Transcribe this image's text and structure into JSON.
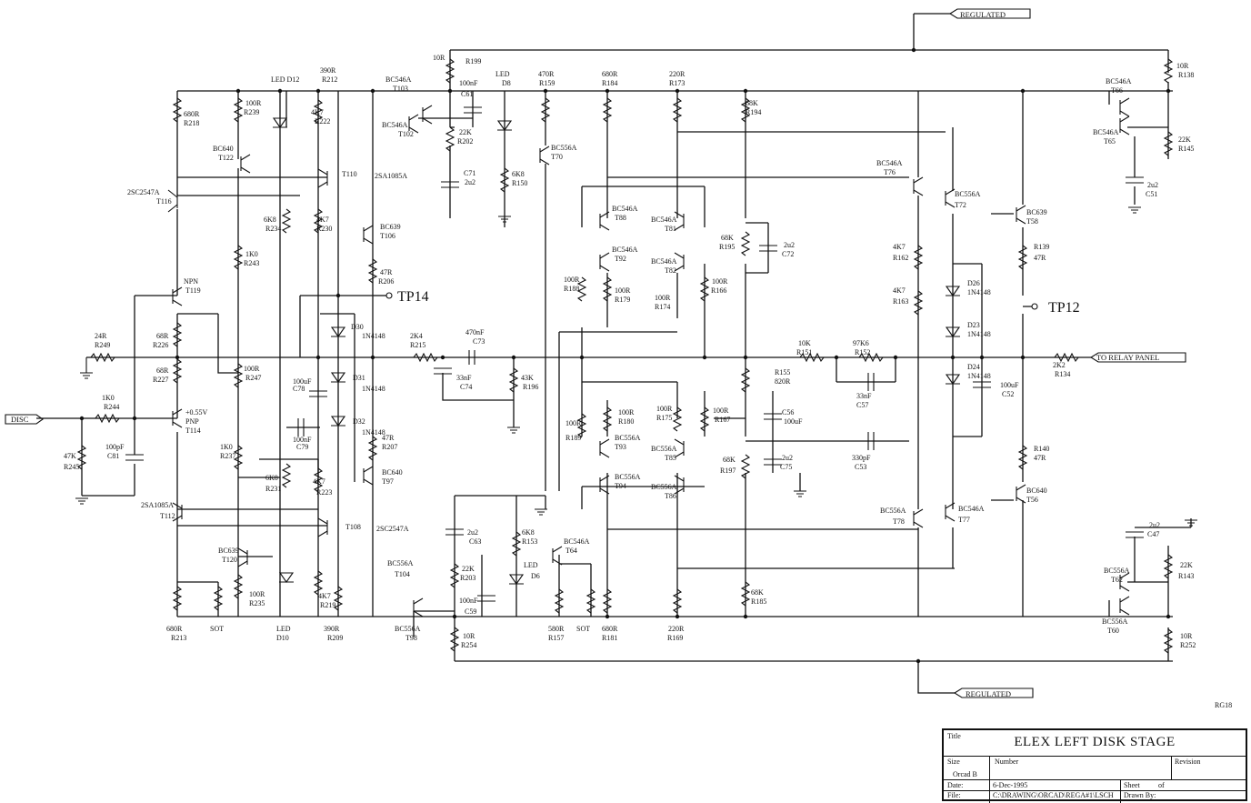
{
  "ports": {
    "regulated_top": "REGULATED",
    "regulated_bottom": "REGULATED",
    "disc": "DISC",
    "to_relay": "TO RELAY PANEL"
  },
  "testpoints": {
    "tp14": "TP14",
    "tp12": "TP12"
  },
  "labels": [
    {
      "t": "LED D12"
    },
    {
      "t": "390R"
    },
    {
      "t": "R212"
    },
    {
      "t": "680R"
    },
    {
      "t": "R218"
    },
    {
      "t": "100R"
    },
    {
      "t": "R239"
    },
    {
      "t": "4K7"
    },
    {
      "t": "R222"
    },
    {
      "t": "BC640"
    },
    {
      "t": "T122"
    },
    {
      "t": "T110"
    },
    {
      "t": "2SA1085A"
    },
    {
      "t": "2SC2547A"
    },
    {
      "t": "T116"
    },
    {
      "t": "6K8"
    },
    {
      "t": "R234"
    },
    {
      "t": "4K7"
    },
    {
      "t": "R230"
    },
    {
      "t": "BC639"
    },
    {
      "t": "T106"
    },
    {
      "t": "1K0"
    },
    {
      "t": "R243"
    },
    {
      "t": "47R"
    },
    {
      "t": "R206"
    },
    {
      "t": "NPN"
    },
    {
      "t": "T119"
    },
    {
      "t": "D30"
    },
    {
      "t": "1N4148"
    },
    {
      "t": "24R"
    },
    {
      "t": "R249"
    },
    {
      "t": "68R"
    },
    {
      "t": "R226"
    },
    {
      "t": "68R"
    },
    {
      "t": "R227"
    },
    {
      "t": "100R"
    },
    {
      "t": "R247"
    },
    {
      "t": "100uF"
    },
    {
      "t": "C78"
    },
    {
      "t": "D31"
    },
    {
      "t": "1N4148"
    },
    {
      "t": "1K0"
    },
    {
      "t": "R244"
    },
    {
      "t": "+0.55V"
    },
    {
      "t": "PNP"
    },
    {
      "t": "T114"
    },
    {
      "t": "D32"
    },
    {
      "t": "1N4148"
    },
    {
      "t": "100nF"
    },
    {
      "t": "C79"
    },
    {
      "t": "47R"
    },
    {
      "t": "R207"
    },
    {
      "t": "100pF"
    },
    {
      "t": "C81"
    },
    {
      "t": "1K0"
    },
    {
      "t": "R237"
    },
    {
      "t": "47K"
    },
    {
      "t": "R245"
    },
    {
      "t": "6K8"
    },
    {
      "t": "R231"
    },
    {
      "t": "4K7"
    },
    {
      "t": "R223"
    },
    {
      "t": "BC640"
    },
    {
      "t": "T97"
    },
    {
      "t": "2SA1085A"
    },
    {
      "t": "T112"
    },
    {
      "t": "T108"
    },
    {
      "t": "2SC2547A"
    },
    {
      "t": "BC639"
    },
    {
      "t": "T120"
    },
    {
      "t": "100R"
    },
    {
      "t": "R235"
    },
    {
      "t": "4K7"
    },
    {
      "t": "R219"
    },
    {
      "t": "680R"
    },
    {
      "t": "R213"
    },
    {
      "t": "SOT"
    },
    {
      "t": "LED"
    },
    {
      "t": "D10"
    },
    {
      "t": "390R"
    },
    {
      "t": "R209"
    },
    {
      "t": "10R"
    },
    {
      "t": "R199"
    },
    {
      "t": "BC546A"
    },
    {
      "t": "T103"
    },
    {
      "t": "LED"
    },
    {
      "t": "D8"
    },
    {
      "t": "100nF"
    },
    {
      "t": "C61"
    },
    {
      "t": "BC546A"
    },
    {
      "t": "T102"
    },
    {
      "t": "22K"
    },
    {
      "t": "R202"
    },
    {
      "t": "C71"
    },
    {
      "t": "2u2"
    },
    {
      "t": "6K8"
    },
    {
      "t": "R150"
    },
    {
      "t": "470R"
    },
    {
      "t": "R159"
    },
    {
      "t": "BC556A"
    },
    {
      "t": "T70"
    },
    {
      "t": "680R"
    },
    {
      "t": "R184"
    },
    {
      "t": "220R"
    },
    {
      "t": "R173"
    },
    {
      "t": "68K"
    },
    {
      "t": "R194"
    },
    {
      "t": "BC546A"
    },
    {
      "t": "T88"
    },
    {
      "t": "BC546A"
    },
    {
      "t": "T81"
    },
    {
      "t": "68K"
    },
    {
      "t": "R195"
    },
    {
      "t": "2u2"
    },
    {
      "t": "C72"
    },
    {
      "t": "BC546A"
    },
    {
      "t": "T92"
    },
    {
      "t": "BC546A"
    },
    {
      "t": "T82"
    },
    {
      "t": "100R"
    },
    {
      "t": "R188"
    },
    {
      "t": "100R"
    },
    {
      "t": "R179"
    },
    {
      "t": "100R"
    },
    {
      "t": "R174"
    },
    {
      "t": "100R"
    },
    {
      "t": "R166"
    },
    {
      "t": "2K4"
    },
    {
      "t": "R215"
    },
    {
      "t": "470nF"
    },
    {
      "t": "C73"
    },
    {
      "t": "33nF"
    },
    {
      "t": "C74"
    },
    {
      "t": "43K"
    },
    {
      "t": "R196"
    },
    {
      "t": "10K"
    },
    {
      "t": "R151"
    },
    {
      "t": "97K6"
    },
    {
      "t": "R152"
    },
    {
      "t": "R155"
    },
    {
      "t": "820R"
    },
    {
      "t": "33nF"
    },
    {
      "t": "C57"
    },
    {
      "t": "100R"
    },
    {
      "t": "R180"
    },
    {
      "t": "100R"
    },
    {
      "t": "R175"
    },
    {
      "t": "100R"
    },
    {
      "t": "R167"
    },
    {
      "t": "C56"
    },
    {
      "t": "100uF"
    },
    {
      "t": "100R"
    },
    {
      "t": "R189"
    },
    {
      "t": "BC556A"
    },
    {
      "t": "T93"
    },
    {
      "t": "BC556A"
    },
    {
      "t": "T85"
    },
    {
      "t": "68K"
    },
    {
      "t": "R197"
    },
    {
      "t": "2u2"
    },
    {
      "t": "C75"
    },
    {
      "t": "330pF"
    },
    {
      "t": "C53"
    },
    {
      "t": "BC556A"
    },
    {
      "t": "T94"
    },
    {
      "t": "BC556A"
    },
    {
      "t": "T86"
    },
    {
      "t": "2u2"
    },
    {
      "t": "C63"
    },
    {
      "t": "6K8"
    },
    {
      "t": "R153"
    },
    {
      "t": "BC546A"
    },
    {
      "t": "T64"
    },
    {
      "t": "BC556A"
    },
    {
      "t": "T104"
    },
    {
      "t": "22K"
    },
    {
      "t": "R203"
    },
    {
      "t": "LED"
    },
    {
      "t": "D6"
    },
    {
      "t": "100nF"
    },
    {
      "t": "C59"
    },
    {
      "t": "68K"
    },
    {
      "t": "R185"
    },
    {
      "t": "BC556A"
    },
    {
      "t": "T98"
    },
    {
      "t": "10R"
    },
    {
      "t": "R254"
    },
    {
      "t": "580R"
    },
    {
      "t": "R157"
    },
    {
      "t": "SOT"
    },
    {
      "t": "680R"
    },
    {
      "t": "R181"
    },
    {
      "t": "220R"
    },
    {
      "t": "R169"
    },
    {
      "t": "10R"
    },
    {
      "t": "R138"
    },
    {
      "t": "BC546A"
    },
    {
      "t": "T66"
    },
    {
      "t": "BC546A"
    },
    {
      "t": "T65"
    },
    {
      "t": "22K"
    },
    {
      "t": "R145"
    },
    {
      "t": "2u2"
    },
    {
      "t": "C51"
    },
    {
      "t": "BC546A"
    },
    {
      "t": "T76"
    },
    {
      "t": "BC556A"
    },
    {
      "t": "T72"
    },
    {
      "t": "BC639"
    },
    {
      "t": "T58"
    },
    {
      "t": "4K7"
    },
    {
      "t": "R162"
    },
    {
      "t": "R139"
    },
    {
      "t": "47R"
    },
    {
      "t": "D26"
    },
    {
      "t": "1N4148"
    },
    {
      "t": "4K7"
    },
    {
      "t": "R163"
    },
    {
      "t": "D23"
    },
    {
      "t": "1N4148"
    },
    {
      "t": "2K2"
    },
    {
      "t": "R134"
    },
    {
      "t": "D24"
    },
    {
      "t": "1N4148"
    },
    {
      "t": "100uF"
    },
    {
      "t": "C52"
    },
    {
      "t": "R140"
    },
    {
      "t": "47R"
    },
    {
      "t": "BC640"
    },
    {
      "t": "T56"
    },
    {
      "t": "BC556A"
    },
    {
      "t": "T78"
    },
    {
      "t": "BC546A"
    },
    {
      "t": "T77"
    },
    {
      "t": "2u2"
    },
    {
      "t": "C47"
    },
    {
      "t": "22K"
    },
    {
      "t": "R143"
    },
    {
      "t": "BC556A"
    },
    {
      "t": "T62"
    },
    {
      "t": "BC556A"
    },
    {
      "t": "T60"
    },
    {
      "t": "10R"
    },
    {
      "t": "R252"
    },
    {
      "t": "RG18"
    }
  ],
  "title_block": {
    "title_label": "Title",
    "title": "ELEX LEFT DISK STAGE",
    "size_label": "Size",
    "size_value": "Orcad B",
    "number_label": "Number",
    "revision_label": "Revision",
    "date_label": "Date:",
    "date_value": "6-Dec-1995",
    "sheet_label": "Sheet",
    "sheet_of": "of",
    "file_label": "File:",
    "file_value": "C:\\DRAWING\\ORCAD\\REGA#1\\LSCH",
    "drawn_label": "Drawn By:"
  }
}
